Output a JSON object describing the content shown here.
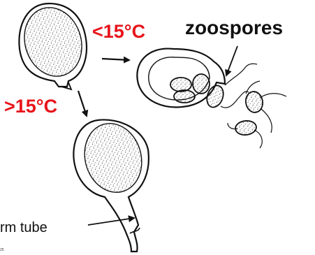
{
  "labels": {
    "below_threshold": "<15°C",
    "above_threshold": ">15°C",
    "zoospores": "zoospores",
    "germ_tube": "rm tube"
  },
  "colors": {
    "temperature_text": "#e8141b",
    "ink": "#111111"
  },
  "footnote": "25"
}
